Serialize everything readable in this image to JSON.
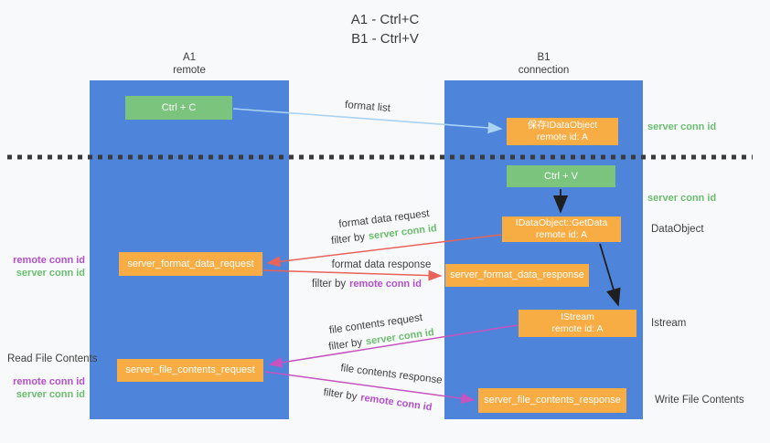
{
  "title": {
    "line1": "A1 - Ctrl+C",
    "line2": "B1 - Ctrl+V"
  },
  "lanes": {
    "left": {
      "id": "A1",
      "role": "remote"
    },
    "right": {
      "id": "B1",
      "role": "connection"
    }
  },
  "nodes": {
    "ctrl_c": {
      "label": "Ctrl + C"
    },
    "ctrl_v": {
      "label": "Ctrl + V"
    },
    "save_dataobject": {
      "line1": "保存IDataObject",
      "line2": "remote id: A"
    },
    "getdata": {
      "line1": "IDataObject::GetData",
      "line2": "remote id: A"
    },
    "istream_obj": {
      "line1": "IStream",
      "line2": "remote id: A"
    },
    "server_format_data_request": {
      "label": "server_format_data_request"
    },
    "server_format_data_response": {
      "label": "server_format_data_response"
    },
    "server_file_contents_request": {
      "label": "server_file_contents_request"
    },
    "server_file_contents_response": {
      "label": "server_file_contents_response"
    }
  },
  "edges": {
    "format_list": {
      "label": "format list"
    },
    "format_data_request": {
      "label": "format data request",
      "filter_prefix": "filter by",
      "filter_key": "server conn id"
    },
    "format_data_response": {
      "label": "format data response",
      "filter_prefix": "filter by",
      "filter_key": "remote conn id"
    },
    "file_contents_request": {
      "label": "file contents request",
      "filter_prefix": "filter by",
      "filter_key": "server conn id"
    },
    "file_contents_response": {
      "label": "file contents response",
      "filter_prefix": "filter by",
      "filter_key": "remote conn id"
    }
  },
  "annotations": {
    "server_conn_id_top": "server conn id",
    "server_conn_id_mid": "server conn id",
    "dataobject": "DataObject",
    "istream": "Istream",
    "read_file_contents": "Read File Contents",
    "write_file_contents": "Write File Contents",
    "left_format": {
      "remote": "remote conn id",
      "server": "server conn id"
    },
    "left_file": {
      "remote": "remote conn id",
      "server": "server conn id"
    }
  },
  "colors": {
    "background": "#f8f9fa",
    "lane_blue": "#4e85da",
    "green_box": "#7ac47e",
    "orange_box": "#f7ad44",
    "green_text": "#6abf6e",
    "purple_text": "#b44fce",
    "arrow_blue": "#a9d3f2",
    "arrow_red": "#e96358",
    "arrow_magenta": "#c653c0",
    "arrow_black": "#1f1f1f",
    "divider": "#3a3a3a"
  }
}
